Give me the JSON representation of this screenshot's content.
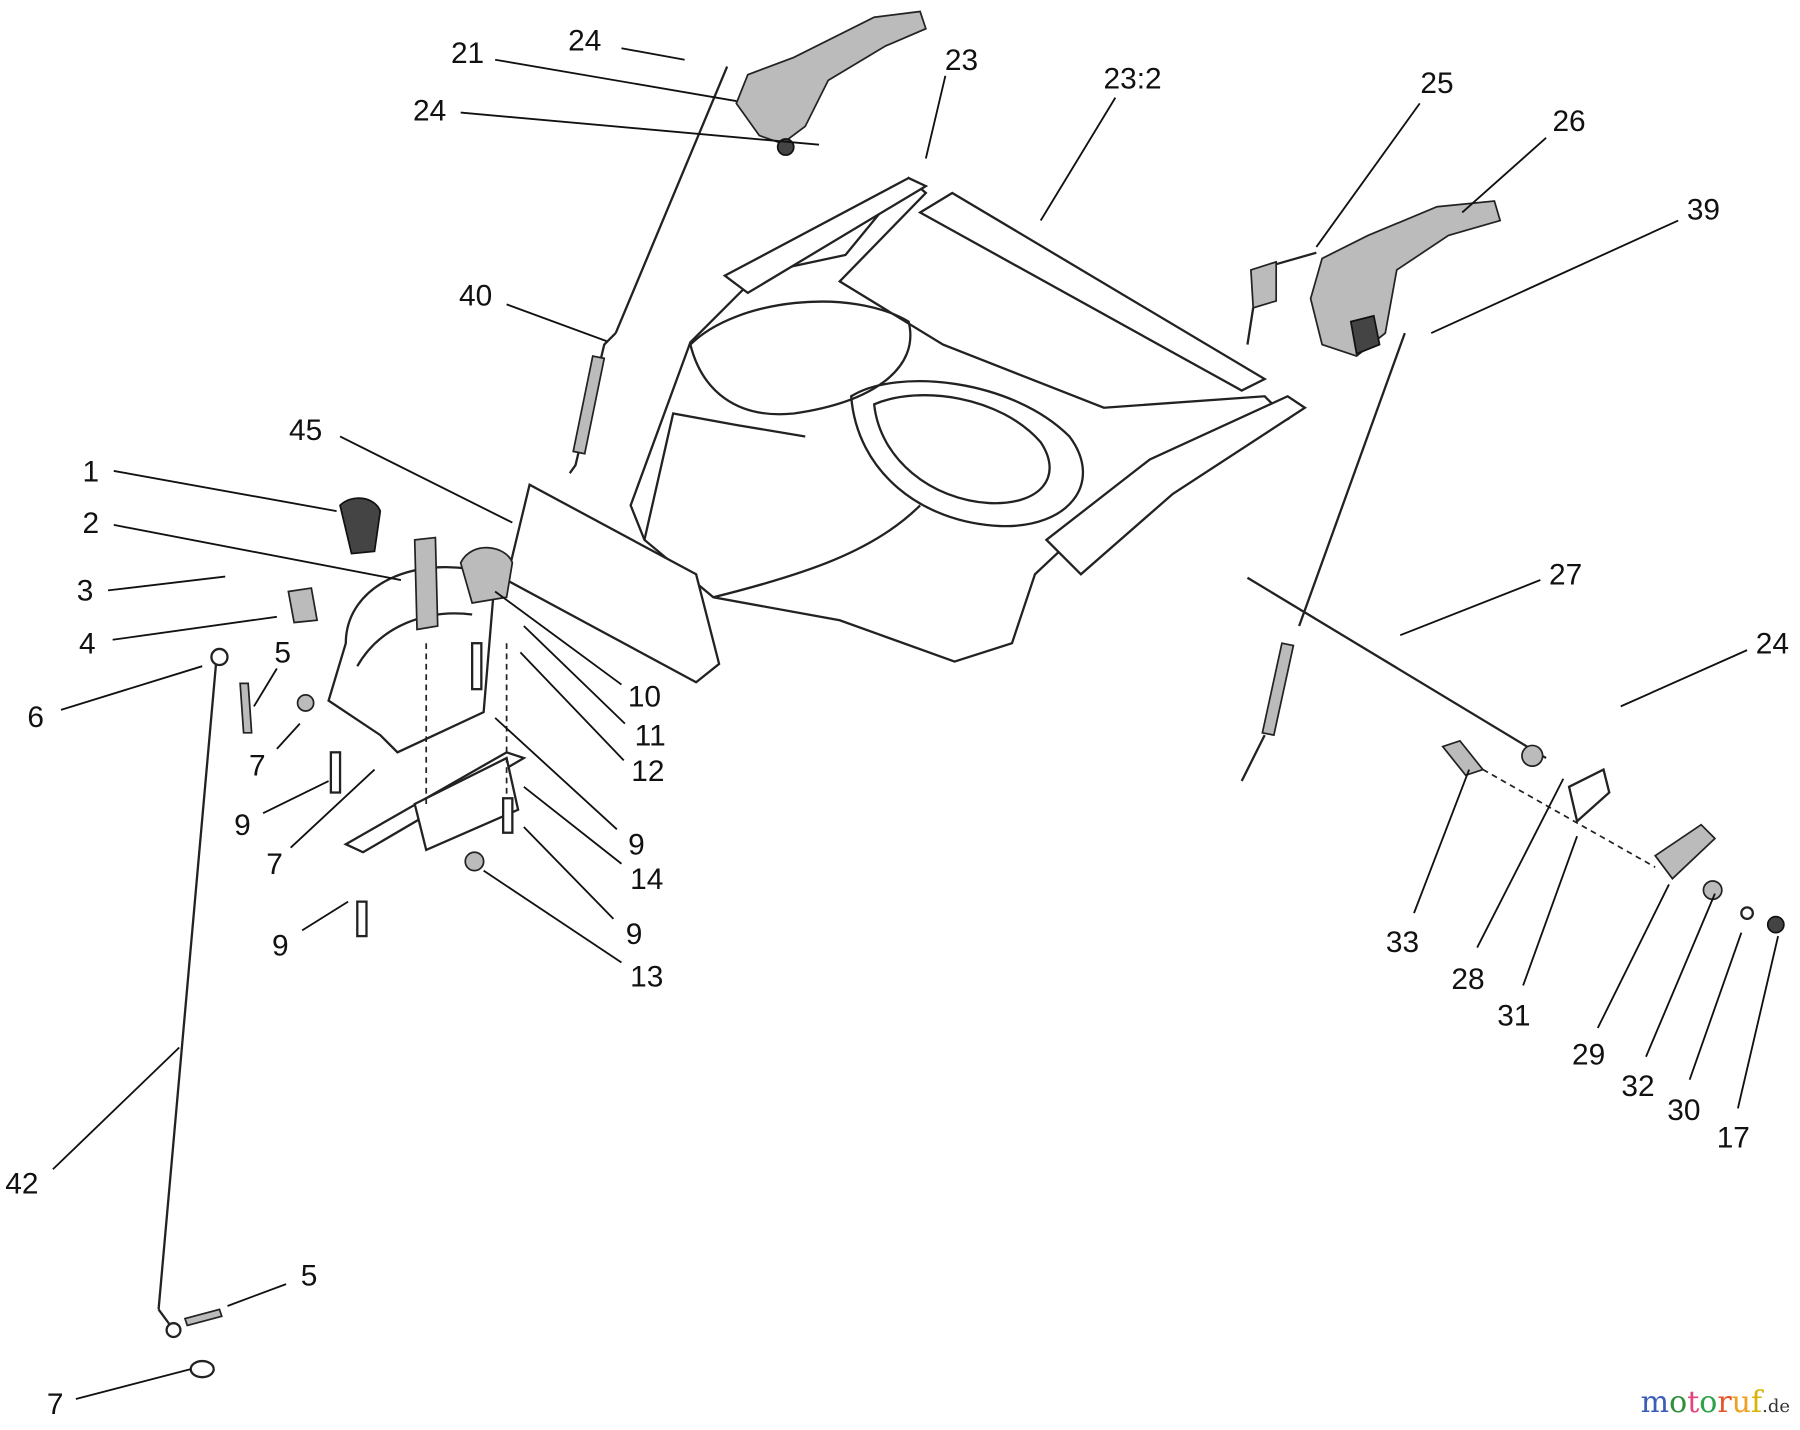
{
  "callouts": [
    "24",
    "21",
    "24",
    "23",
    "23:2",
    "25",
    "26",
    "39",
    "40",
    "45",
    "1",
    "2",
    "3",
    "4",
    "5",
    "6",
    "7",
    "9",
    "7",
    "10",
    "11",
    "12",
    "9",
    "14",
    "9",
    "9",
    "13",
    "27",
    "24",
    "33",
    "28",
    "31",
    "29",
    "32",
    "30",
    "17",
    "42",
    "5",
    "7"
  ],
  "watermark": {
    "text": "motoruf",
    "suffix": ".de",
    "colors": [
      "#3b5db8",
      "#2f8f3a",
      "#e0457b",
      "#2aa34a",
      "#e2572a",
      "#f0a020",
      "#d8b400"
    ]
  }
}
